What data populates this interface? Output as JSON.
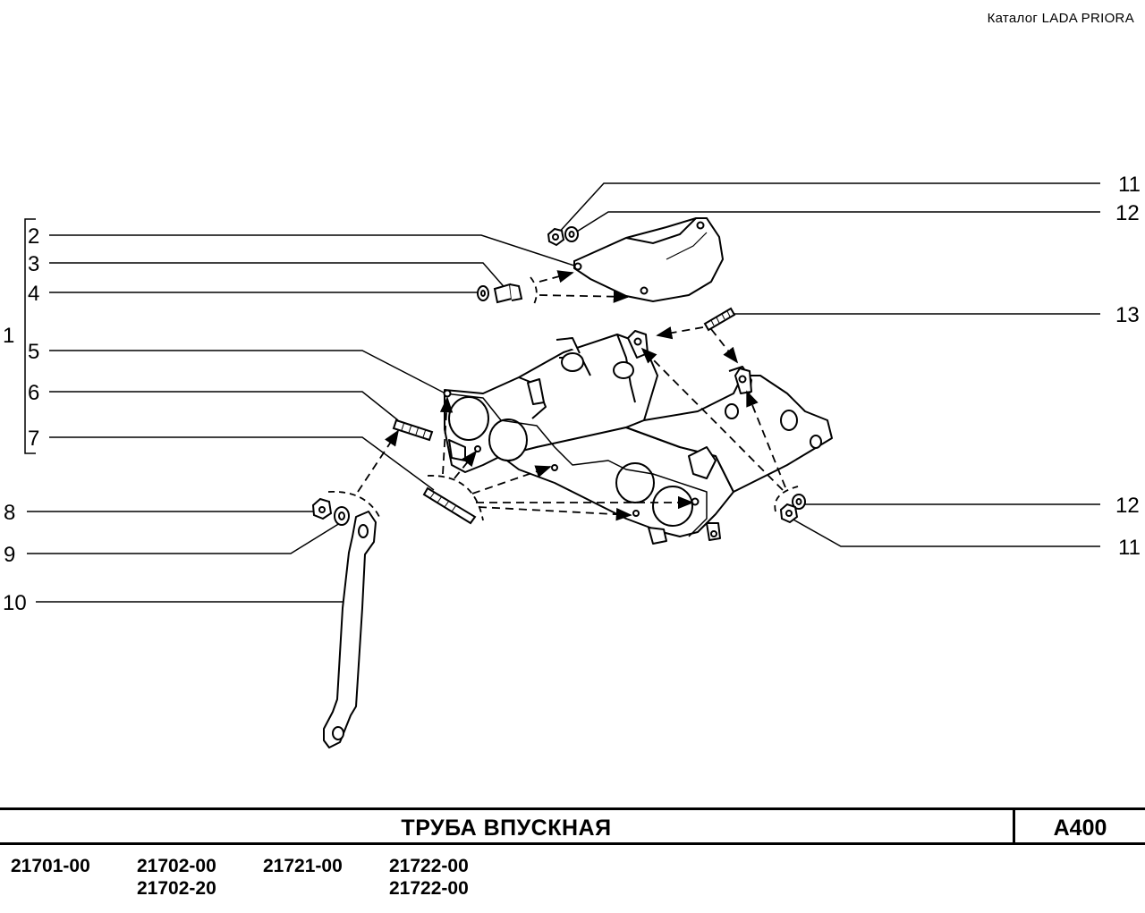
{
  "header": {
    "catalog_label": "Каталог  LADA  PRIORA"
  },
  "callouts": {
    "c1": "1",
    "c2": "2",
    "c3": "3",
    "c4": "4",
    "c5": "5",
    "c6": "6",
    "c7": "7",
    "c8": "8",
    "c9": "9",
    "c10": "10",
    "c11_top": "11",
    "c12_top": "12",
    "c13": "13",
    "c12_bottom": "12",
    "c11_bottom": "11"
  },
  "footer": {
    "title": "ТРУБА    ВПУСКНАЯ",
    "code": "А400",
    "models": {
      "m1": "21701-00",
      "m2a": "21702-00",
      "m2b": "21702-20",
      "m3": "21721-00",
      "m4a": "21722-00",
      "m4b": "21722-00"
    }
  }
}
